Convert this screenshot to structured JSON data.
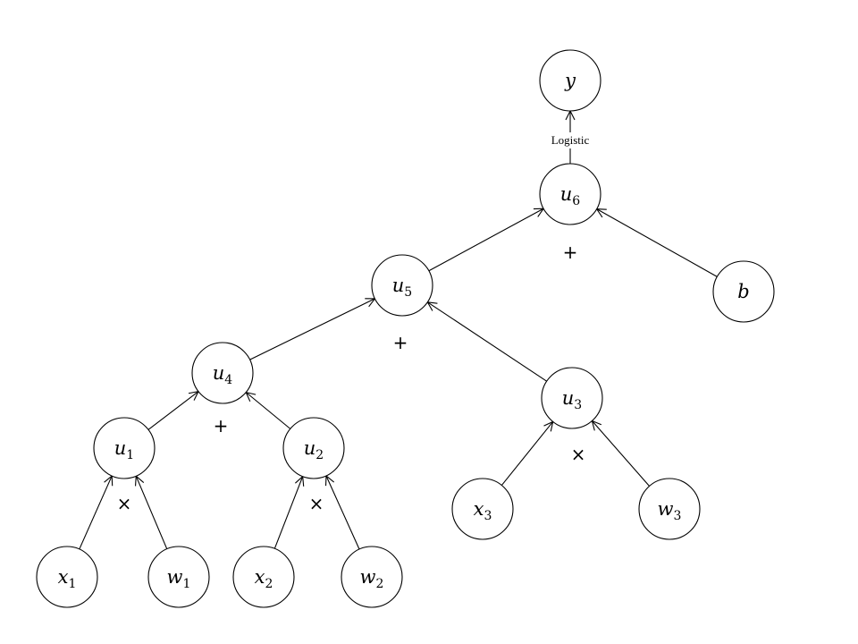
{
  "nodes": [
    {
      "id": "x1",
      "base": "x",
      "sub": "1"
    },
    {
      "id": "w1",
      "base": "w",
      "sub": "1"
    },
    {
      "id": "x2",
      "base": "x",
      "sub": "2"
    },
    {
      "id": "w2",
      "base": "w",
      "sub": "2"
    },
    {
      "id": "x3",
      "base": "x",
      "sub": "3"
    },
    {
      "id": "w3",
      "base": "w",
      "sub": "3"
    },
    {
      "id": "u1",
      "base": "u",
      "sub": "1"
    },
    {
      "id": "u2",
      "base": "u",
      "sub": "2"
    },
    {
      "id": "u3",
      "base": "u",
      "sub": "3"
    },
    {
      "id": "u4",
      "base": "u",
      "sub": "4"
    },
    {
      "id": "u5",
      "base": "u",
      "sub": "5"
    },
    {
      "id": "u6",
      "base": "u",
      "sub": "6"
    },
    {
      "id": "b",
      "base": "b",
      "sub": ""
    },
    {
      "id": "y",
      "base": "y",
      "sub": ""
    }
  ],
  "edges": [
    {
      "from": "x1",
      "to": "u1"
    },
    {
      "from": "w1",
      "to": "u1"
    },
    {
      "from": "x2",
      "to": "u2"
    },
    {
      "from": "w2",
      "to": "u2"
    },
    {
      "from": "x3",
      "to": "u3"
    },
    {
      "from": "w3",
      "to": "u3"
    },
    {
      "from": "u1",
      "to": "u4"
    },
    {
      "from": "u2",
      "to": "u4"
    },
    {
      "from": "u4",
      "to": "u5"
    },
    {
      "from": "u3",
      "to": "u5"
    },
    {
      "from": "u5",
      "to": "u6"
    },
    {
      "from": "b",
      "to": "u6"
    },
    {
      "from": "u6",
      "to": "y",
      "label": "Logistic"
    }
  ],
  "operators": [
    {
      "id": "op-u1",
      "symbol": "×"
    },
    {
      "id": "op-u2",
      "symbol": "×"
    },
    {
      "id": "op-u3",
      "symbol": "×"
    },
    {
      "id": "op-u4",
      "symbol": "+"
    },
    {
      "id": "op-u5",
      "symbol": "+"
    },
    {
      "id": "op-u6",
      "symbol": "+"
    }
  ]
}
